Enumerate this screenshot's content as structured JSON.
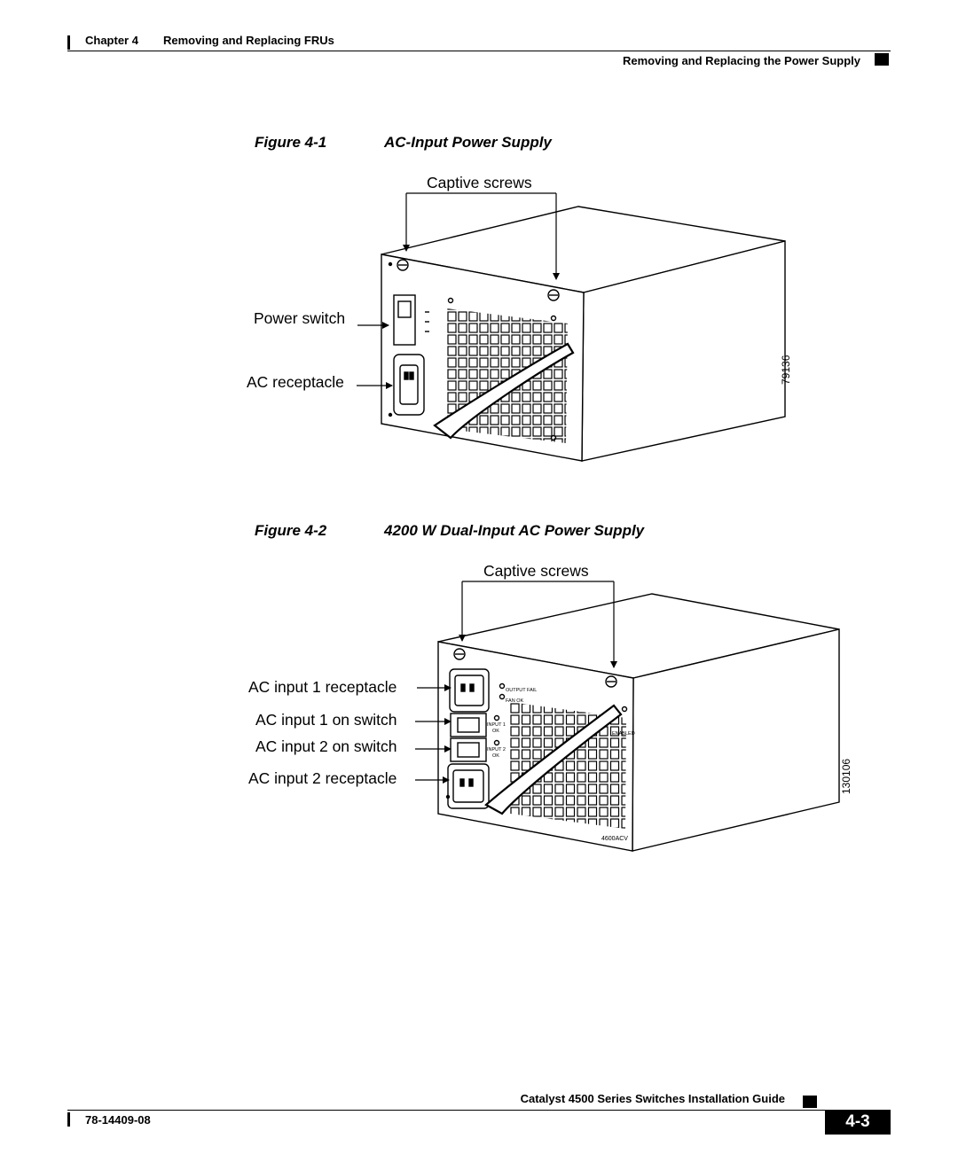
{
  "header": {
    "chapter_label": "Chapter 4",
    "chapter_title": "Removing and Replacing FRUs",
    "section_title": "Removing and Replacing the Power Supply"
  },
  "figure1": {
    "number": "Figure 4-1",
    "title": "AC-Input Power Supply",
    "callouts": {
      "captive_screws": "Captive screws",
      "power_switch": "Power switch",
      "ac_receptacle": "AC receptacle"
    },
    "image_id": "79136"
  },
  "figure2": {
    "number": "Figure 4-2",
    "title": "4200 W Dual-Input AC Power Supply",
    "callouts": {
      "captive_screws": "Captive screws",
      "ac_input_1_receptacle": "AC input 1 receptacle",
      "ac_input_1_switch": "AC input 1 on switch",
      "ac_input_2_switch": "AC input 2 on switch",
      "ac_input_2_receptacle": "AC input 2 receptacle"
    },
    "panel_text": {
      "model": "4600ACV",
      "input_1": "INPUT 1",
      "input_2": "INPUT 2",
      "ok": "OK",
      "output_fail": "OUTPUT FAIL",
      "fan_ok": "FAN OK",
      "enabled": "ENABLED"
    },
    "image_id": "130106"
  },
  "footer": {
    "guide_title": "Catalyst 4500 Series Switches Installation Guide",
    "doc_number": "78-14409-08",
    "page_number": "4-3"
  }
}
